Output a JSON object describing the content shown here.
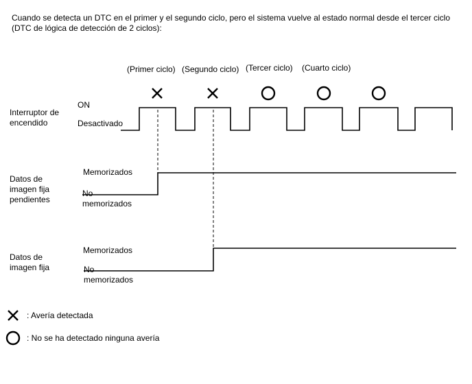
{
  "description": "Cuando se detecta un DTC en el primer y el segundo ciclo, pero el sistema vuelve al estado normal desde el tercer ciclo (DTC de lógica de detección de 2 ciclos):",
  "cycles": [
    "(Primer ciclo)",
    "(Segundo ciclo)",
    "(Tercer ciclo)",
    "(Cuarto ciclo)"
  ],
  "ignition": {
    "label": "Interruptor de encendido",
    "on_label": "ON",
    "off_label": "Desactivado"
  },
  "pending_freeze": {
    "label": "Datos de imagen fija pendientes",
    "stored_label": "Memorizados",
    "not_stored_label": "No memorizados"
  },
  "freeze": {
    "label": "Datos de imagen fija",
    "stored_label": "Memorizados",
    "not_stored_label": "No memorizados"
  },
  "legend": {
    "cross": ": Avería detectada",
    "circle": ": No se ha detectado ninguna avería"
  }
}
